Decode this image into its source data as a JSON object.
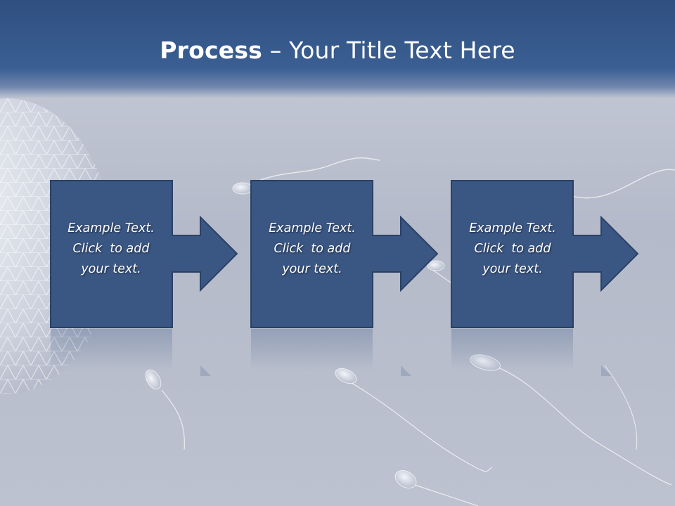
{
  "slide": {
    "title_bold": "Process",
    "title_rest": " – Your Title Text Here"
  },
  "steps": [
    {
      "line1": "Example Text.",
      "line2": "Click  to add",
      "line3": "your text."
    },
    {
      "line1": "Example Text.",
      "line2": "Click  to add",
      "line3": "your text."
    },
    {
      "line1": "Example Text.",
      "line2": "Click  to add",
      "line3": "your text."
    }
  ],
  "colors": {
    "header": "#3b5f93",
    "box_fill": "#3a5683",
    "box_border": "#2b4166",
    "text": "#ffffff"
  }
}
